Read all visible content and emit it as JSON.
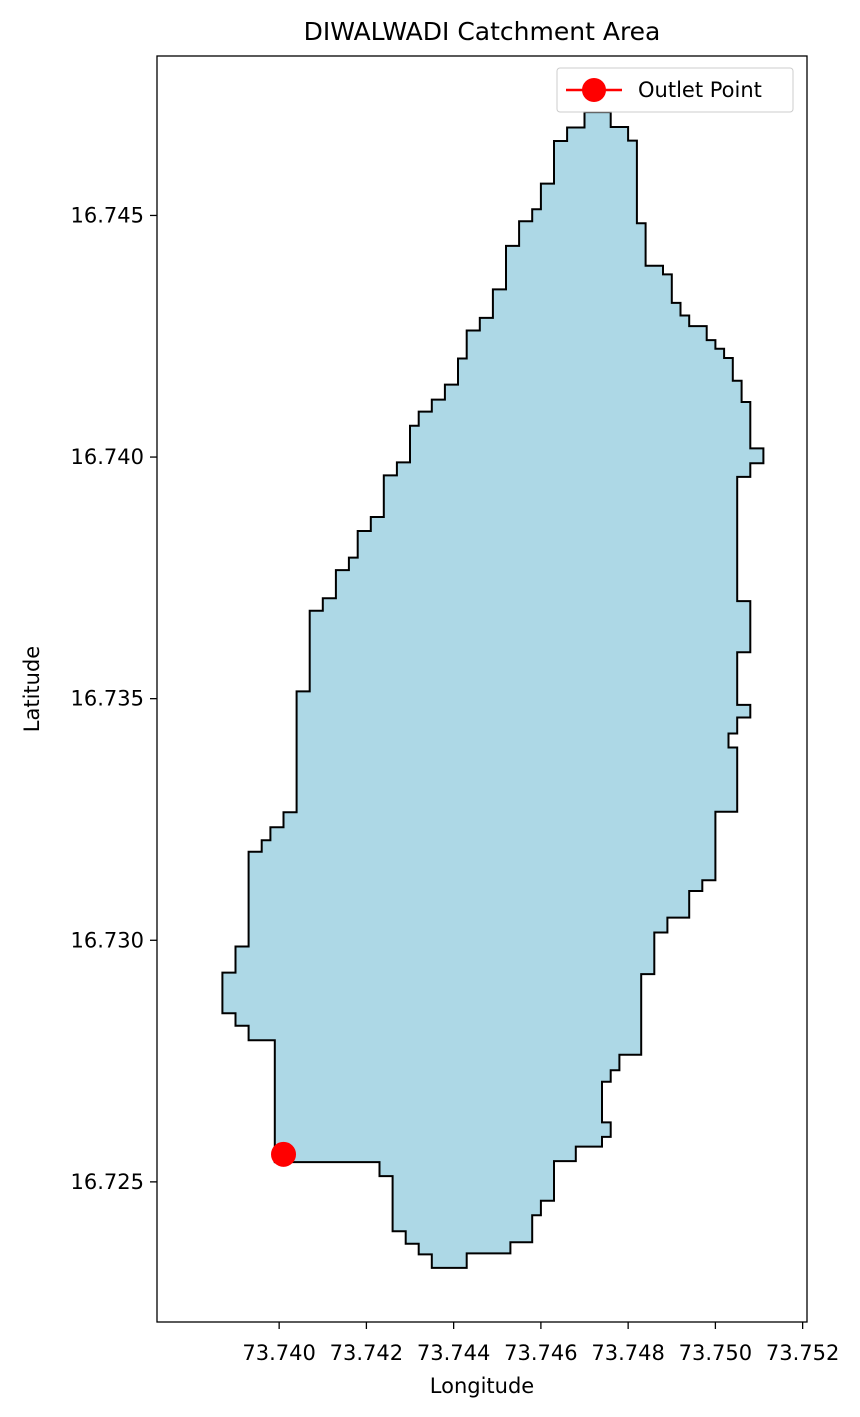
{
  "chart_data": {
    "type": "area",
    "title": "DIWALWADI Catchment Area",
    "xlabel": "Longitude",
    "ylabel": "Latitude",
    "xlim": [
      73.7372,
      73.7521
    ],
    "ylim": [
      16.7221,
      16.7483
    ],
    "xticks": [
      73.74,
      73.742,
      73.744,
      73.746,
      73.748,
      73.75,
      73.752
    ],
    "xtick_labels": [
      "73.740",
      "73.742",
      "73.744",
      "73.746",
      "73.748",
      "73.750",
      "73.752"
    ],
    "yticks": [
      16.725,
      16.73,
      16.735,
      16.74,
      16.745
    ],
    "ytick_labels": [
      "16.725",
      "16.730",
      "16.735",
      "16.740",
      "16.745"
    ],
    "grid": false,
    "legend": {
      "position": "top-right",
      "entries": [
        {
          "label": "Outlet Point",
          "color": "#ff0000"
        }
      ]
    },
    "colors": {
      "catchment_fill": "#add8e6",
      "catchment_edge": "#000000",
      "outlet": "#ff0000"
    },
    "outlet_point": {
      "lon": 73.7401,
      "lat": 16.72557
    },
    "boundary": [
      [
        73.747,
        16.74714
      ],
      [
        73.7476,
        16.74714
      ],
      [
        73.7476,
        16.74683
      ],
      [
        73.748,
        16.74683
      ],
      [
        73.748,
        16.74655
      ],
      [
        73.7482,
        16.74655
      ],
      [
        73.7482,
        16.74484
      ],
      [
        73.7484,
        16.74484
      ],
      [
        73.7484,
        16.74396
      ],
      [
        73.7488,
        16.74396
      ],
      [
        73.7488,
        16.74378
      ],
      [
        73.749,
        16.74378
      ],
      [
        73.749,
        16.74319
      ],
      [
        73.7492,
        16.74319
      ],
      [
        73.7492,
        16.74293
      ],
      [
        73.7494,
        16.74293
      ],
      [
        73.7494,
        16.74271
      ],
      [
        73.7498,
        16.74271
      ],
      [
        73.7498,
        16.74242
      ],
      [
        73.75,
        16.74242
      ],
      [
        73.75,
        16.74224
      ],
      [
        73.7502,
        16.74224
      ],
      [
        73.7502,
        16.74205
      ],
      [
        73.7504,
        16.74205
      ],
      [
        73.7504,
        16.74158
      ],
      [
        73.7506,
        16.74158
      ],
      [
        73.7506,
        16.74114
      ],
      [
        73.7508,
        16.74114
      ],
      [
        73.7508,
        16.74018
      ],
      [
        73.7511,
        16.74018
      ],
      [
        73.7511,
        16.73987
      ],
      [
        73.7508,
        16.73987
      ],
      [
        73.7508,
        16.73959
      ],
      [
        73.7505,
        16.73959
      ],
      [
        73.7505,
        16.73702
      ],
      [
        73.7508,
        16.73702
      ],
      [
        73.7508,
        16.73596
      ],
      [
        73.7505,
        16.73596
      ],
      [
        73.7505,
        16.73487
      ],
      [
        73.7508,
        16.73487
      ],
      [
        73.7508,
        16.73461
      ],
      [
        73.7505,
        16.73461
      ],
      [
        73.7505,
        16.73428
      ],
      [
        73.7503,
        16.73428
      ],
      [
        73.7503,
        16.73399
      ],
      [
        73.7505,
        16.73399
      ],
      [
        73.7505,
        16.73266
      ],
      [
        73.75,
        16.73266
      ],
      [
        73.75,
        16.73124
      ],
      [
        73.7497,
        16.73124
      ],
      [
        73.7497,
        16.73102
      ],
      [
        73.7494,
        16.73102
      ],
      [
        73.7494,
        16.73047
      ],
      [
        73.7489,
        16.73047
      ],
      [
        73.7489,
        16.73016
      ],
      [
        73.7486,
        16.73016
      ],
      [
        73.7486,
        16.7293
      ],
      [
        73.7483,
        16.7293
      ],
      [
        73.7483,
        16.72763
      ],
      [
        73.7478,
        16.72763
      ],
      [
        73.7478,
        16.72731
      ],
      [
        73.7476,
        16.72731
      ],
      [
        73.7476,
        16.72707
      ],
      [
        73.7474,
        16.72707
      ],
      [
        73.7474,
        16.72623
      ],
      [
        73.7476,
        16.72623
      ],
      [
        73.7476,
        16.72593
      ],
      [
        73.7474,
        16.72593
      ],
      [
        73.7474,
        16.72573
      ],
      [
        73.7468,
        16.72573
      ],
      [
        73.7468,
        16.72543
      ],
      [
        73.7463,
        16.72543
      ],
      [
        73.7463,
        16.72461
      ],
      [
        73.746,
        16.72461
      ],
      [
        73.746,
        16.72431
      ],
      [
        73.7458,
        16.72431
      ],
      [
        73.7458,
        16.72375
      ],
      [
        73.7453,
        16.72375
      ],
      [
        73.7453,
        16.72352
      ],
      [
        73.7443,
        16.72352
      ],
      [
        73.7443,
        16.72322
      ],
      [
        73.7435,
        16.72322
      ],
      [
        73.7435,
        16.7235
      ],
      [
        73.7432,
        16.7235
      ],
      [
        73.7432,
        16.72372
      ],
      [
        73.7429,
        16.72372
      ],
      [
        73.7429,
        16.72398
      ],
      [
        73.7426,
        16.72398
      ],
      [
        73.7426,
        16.72512
      ],
      [
        73.7423,
        16.72512
      ],
      [
        73.7423,
        16.72541
      ],
      [
        73.7399,
        16.72541
      ],
      [
        73.7399,
        16.72793
      ],
      [
        73.7393,
        16.72793
      ],
      [
        73.7393,
        16.72823
      ],
      [
        73.739,
        16.72823
      ],
      [
        73.739,
        16.72849
      ],
      [
        73.7387,
        16.72849
      ],
      [
        73.7387,
        16.72933
      ],
      [
        73.739,
        16.72933
      ],
      [
        73.739,
        16.72987
      ],
      [
        73.7393,
        16.72987
      ],
      [
        73.7393,
        16.73183
      ],
      [
        73.7396,
        16.73183
      ],
      [
        73.7396,
        16.73207
      ],
      [
        73.7398,
        16.73207
      ],
      [
        73.7398,
        16.73234
      ],
      [
        73.7401,
        16.73234
      ],
      [
        73.7401,
        16.73265
      ],
      [
        73.7404,
        16.73265
      ],
      [
        73.7404,
        16.73515
      ],
      [
        73.7407,
        16.73515
      ],
      [
        73.7407,
        16.73682
      ],
      [
        73.741,
        16.73682
      ],
      [
        73.741,
        16.73708
      ],
      [
        73.7413,
        16.73708
      ],
      [
        73.7413,
        16.73766
      ],
      [
        73.7416,
        16.73766
      ],
      [
        73.7416,
        16.73792
      ],
      [
        73.7418,
        16.73792
      ],
      [
        73.7418,
        16.73847
      ],
      [
        73.7421,
        16.73847
      ],
      [
        73.7421,
        16.73876
      ],
      [
        73.7424,
        16.73876
      ],
      [
        73.7424,
        16.73962
      ],
      [
        73.7427,
        16.73962
      ],
      [
        73.7427,
        16.73989
      ],
      [
        73.743,
        16.73989
      ],
      [
        73.743,
        16.74065
      ],
      [
        73.7432,
        16.74065
      ],
      [
        73.7432,
        16.74094
      ],
      [
        73.7435,
        16.74094
      ],
      [
        73.7435,
        16.74119
      ],
      [
        73.7438,
        16.74119
      ],
      [
        73.7438,
        16.7415
      ],
      [
        73.7441,
        16.7415
      ],
      [
        73.7441,
        16.74204
      ],
      [
        73.7443,
        16.74204
      ],
      [
        73.7443,
        16.74262
      ],
      [
        73.7446,
        16.74262
      ],
      [
        73.7446,
        16.74288
      ],
      [
        73.7449,
        16.74288
      ],
      [
        73.7449,
        16.74347
      ],
      [
        73.7452,
        16.74347
      ],
      [
        73.7452,
        16.74437
      ],
      [
        73.7455,
        16.74437
      ],
      [
        73.7455,
        16.74488
      ],
      [
        73.7458,
        16.74488
      ],
      [
        73.7458,
        16.74513
      ],
      [
        73.746,
        16.74513
      ],
      [
        73.746,
        16.74566
      ],
      [
        73.7463,
        16.74566
      ],
      [
        73.7463,
        16.74654
      ],
      [
        73.7466,
        16.74654
      ],
      [
        73.7466,
        16.74682
      ],
      [
        73.747,
        16.74682
      ]
    ]
  }
}
